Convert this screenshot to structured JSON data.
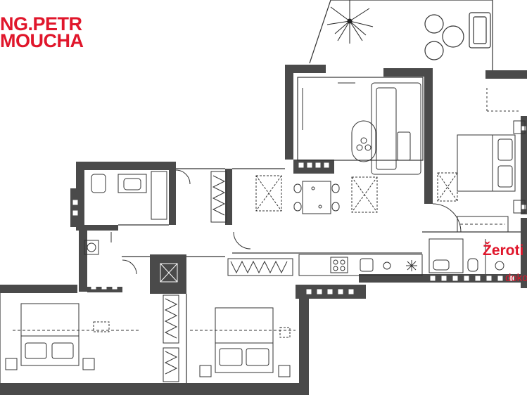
{
  "brand": {
    "line1": "NG.PETR",
    "line2": "MOUCHA",
    "color": "#e0162b"
  },
  "caption": {
    "title": "Žeroti",
    "subtitle": "doko"
  },
  "colors": {
    "wall": "#4a4a4a",
    "line": "#333333",
    "background": "#ffffff"
  }
}
